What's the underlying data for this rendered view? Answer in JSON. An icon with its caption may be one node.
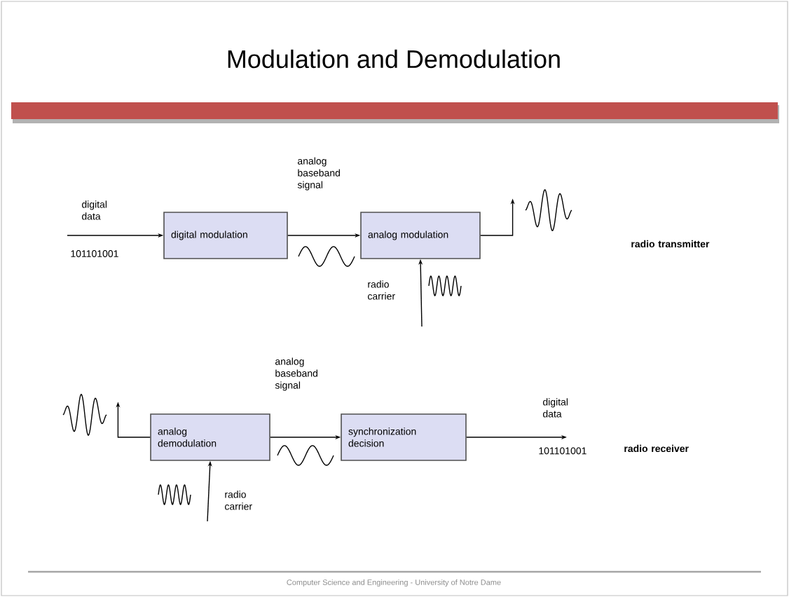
{
  "diagram": {
    "title": "Modulation and Demodulation",
    "nodes": [
      {
        "text": [
          "digital modulation"
        ]
      },
      {
        "text": [
          "analog modulation"
        ]
      },
      {
        "text": [
          "analog demodulation"
        ]
      },
      {
        "text": [
          "synchronization decision"
        ]
      },
      {
        "text": [],
        "shape": "picture"
      },
      {
        "text": [],
        "shape": "picture"
      },
      {
        "text": [
          "101101001"
        ]
      }
    ],
    "edges": [
      {
        "from": null,
        "to": 0,
        "arrow": "to",
        "label": "digital data"
      },
      {
        "from": 0,
        "to": 1,
        "arrow": "to"
      },
      {
        "from": null,
        "to": 1,
        "arrow": "to"
      },
      {
        "from": 1,
        "to": 4,
        "arrow": "to"
      },
      {
        "from": 2,
        "to": 5,
        "arrow": "to"
      },
      {
        "from": null,
        "to": 2,
        "arrow": "to"
      },
      {
        "from": 2,
        "to": 3,
        "arrow": "to"
      },
      {
        "from": 3,
        "to": 6,
        "arrow": "to",
        "label": "digital data"
      }
    ],
    "labels": [
      "101101001",
      "analog baseband signal",
      "radio carrier",
      "radio transmitter",
      "analog baseband signal",
      "radio carrier",
      "radio receiver"
    ],
    "caption": "Computer Science and Engineering - University of Notre Dame"
  }
}
